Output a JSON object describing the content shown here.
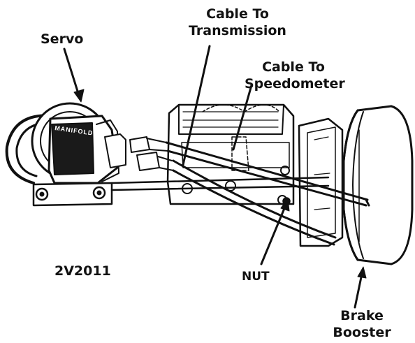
{
  "labels": {
    "servo": "Servo",
    "cable_transmission_line1": "Cable To",
    "cable_transmission_line2": "Transmission",
    "cable_speedometer_line1": "Cable To",
    "cable_speedometer_line2": "Speedometer",
    "nut": "NUT",
    "figure_code": "2V2011",
    "brake_booster_line1": "Brake",
    "brake_booster_line2": "Booster"
  },
  "engraving": "MANIFOLD"
}
